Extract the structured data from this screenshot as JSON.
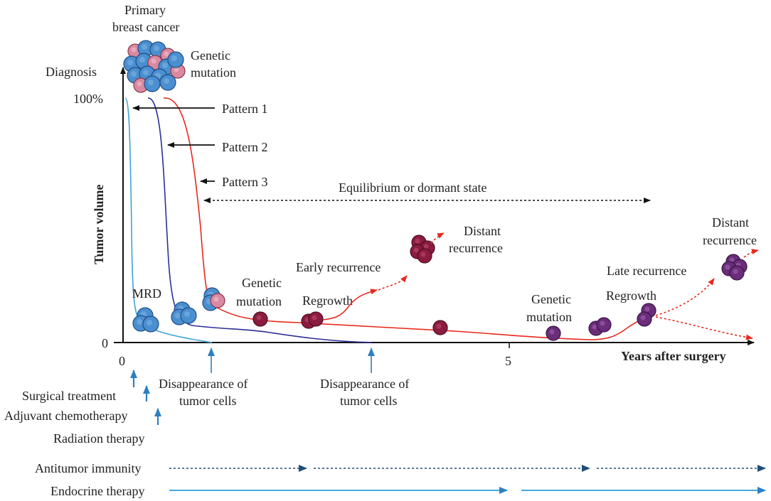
{
  "title_primary": [
    "Primary",
    "breast cancer"
  ],
  "diagnosis": "Diagnosis",
  "genetic_mutation_top": [
    "Genetic",
    "mutation"
  ],
  "y_axis_label": "Tumor volume",
  "y_ticks": [
    "100%",
    "0"
  ],
  "x_axis_label": "Years after surgery",
  "x_ticks": [
    "0",
    "5"
  ],
  "patterns": [
    "Pattern 1",
    "Pattern 2",
    "Pattern 3"
  ],
  "equilibrium": "Equilibrium or dormant state",
  "mrd": "MRD",
  "genetic_mutation_1": [
    "Genetic",
    "mutation"
  ],
  "regrowth_1": "Regrowth",
  "early_recurrence": "Early recurrence",
  "distant_recurrence_1": [
    "Distant",
    "recurrence"
  ],
  "genetic_mutation_2": [
    "Genetic",
    "mutation"
  ],
  "late_recurrence": "Late recurrence",
  "regrowth_2": "Regrowth",
  "distant_recurrence_2": [
    "Distant",
    "recurrence"
  ],
  "disappearance_1": [
    "Disappearance of",
    "tumor cells"
  ],
  "disappearance_2": [
    "Disappearance of",
    "tumor cells"
  ],
  "treatments": [
    "Surgical treatment",
    "Adjuvant chemotherapy",
    "Radiation therapy"
  ],
  "antitumor": "Antitumor immunity",
  "endocrine": "Endocrine therapy",
  "colors": {
    "pattern1": "#3fa3d6",
    "pattern2": "#2c2f96",
    "pattern3": "#e8281c",
    "blue_cell": "#4a8fd0",
    "pink_cell": "#d98aa0",
    "maroon_cell": "#8c1c3f",
    "purple_cell": "#6a2d7a",
    "arrow_blue": "#2e7fc0"
  },
  "icons": [
    "tumor-cluster-icon",
    "cell-icon",
    "arrow-icon"
  ]
}
